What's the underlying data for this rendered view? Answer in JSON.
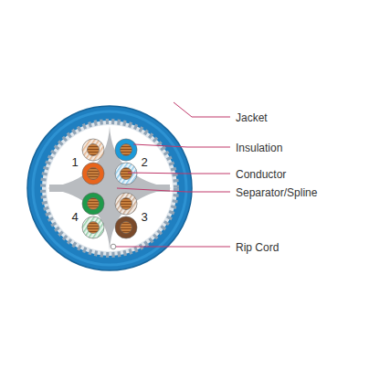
{
  "diagram": {
    "labels": [
      "Jacket",
      "Insulation",
      "Conductor",
      "Separator/Spline",
      "Rip Cord",
      "1",
      "2",
      "4",
      "3"
    ]
  }
}
